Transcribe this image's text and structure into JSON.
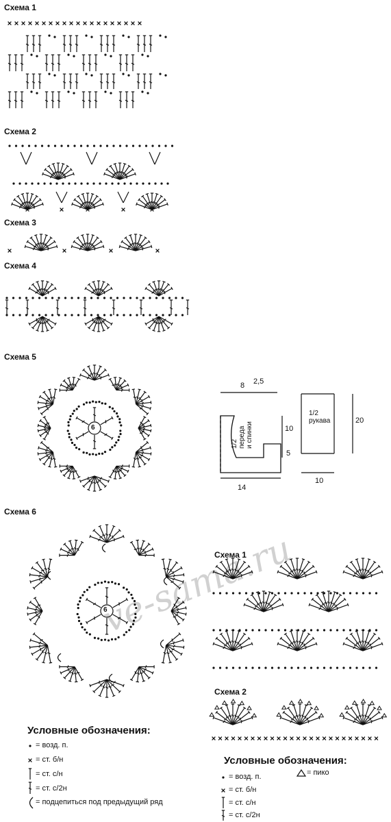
{
  "schemes": {
    "s1": "Схема 1",
    "s2": "Схема 2",
    "s3": "Схема 3",
    "s4": "Схема 4",
    "s5": "Схема 5",
    "s6": "Схема 6",
    "r1": "Схема 1",
    "r2": "Схема 2"
  },
  "motif_center": "6",
  "pattern": {
    "width_a": "8",
    "width_b": "2,5",
    "h1": "10",
    "h2": "5",
    "bottom": "14",
    "label_line1": "1/2",
    "label_line2": "переда",
    "label_line3": "и спинки",
    "sleeve_line1": "1/2",
    "sleeve_line2": "рукава",
    "sleeve_h": "20",
    "sleeve_w": "10"
  },
  "watermark": "ve-sama.ru",
  "legend_left": {
    "title": "Условные обозначения:",
    "items": [
      "= возд. п.",
      "= ст. б/н",
      "= ст. с/н",
      "= ст. с/2н",
      "= подцепиться под предыдущий ряд"
    ]
  },
  "legend_right": {
    "title": "Условные обозначения:",
    "items": [
      "= возд. п.",
      "= ст. б/н",
      "= ст. с/н",
      "= ст. с/2н"
    ],
    "picot": "= пико"
  }
}
